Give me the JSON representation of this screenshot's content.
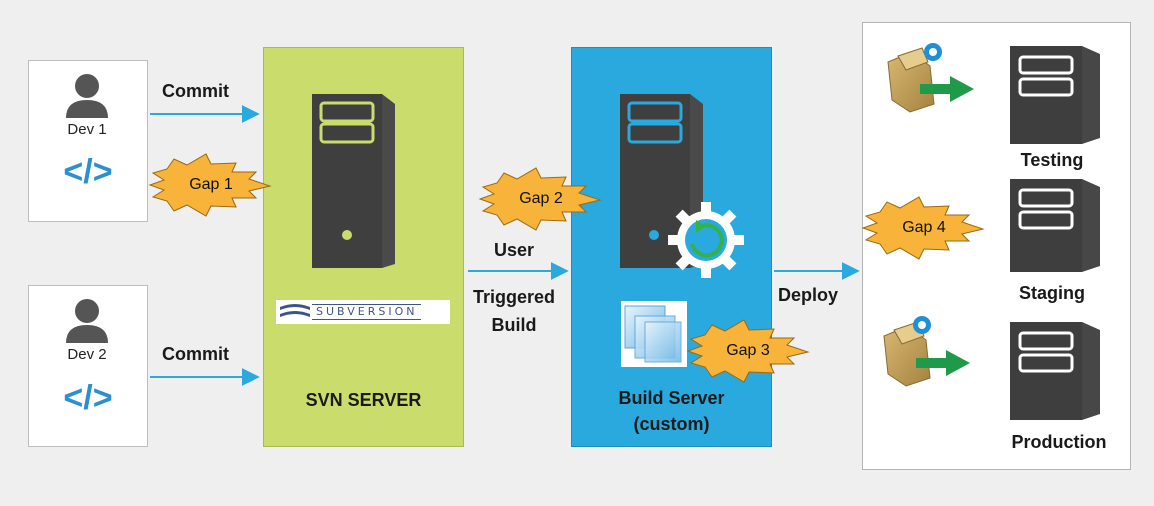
{
  "developers": [
    {
      "label": "Dev 1",
      "action": "Commit"
    },
    {
      "label": "Dev 2",
      "action": "Commit"
    }
  ],
  "code_symbol": "</>",
  "svn": {
    "title": "SVN SERVER",
    "logo_text": "SUBVERSION"
  },
  "trigger": {
    "line1": "User",
    "line2": "Triggered",
    "line3": "Build"
  },
  "build": {
    "title": "Build Server",
    "subtitle": "(custom)"
  },
  "deploy_label": "Deploy",
  "environments": [
    "Testing",
    "Staging",
    "Production"
  ],
  "gaps": [
    "Gap 1",
    "Gap 2",
    "Gap 3",
    "Gap 4"
  ],
  "colors": {
    "svn_panel": "#cadd6c",
    "build_panel": "#29a9de",
    "arrow": "#29a9de",
    "gap_burst": "#f7b33a",
    "server_body": "#474747",
    "deploy_arrow": "#1f9a4a"
  }
}
